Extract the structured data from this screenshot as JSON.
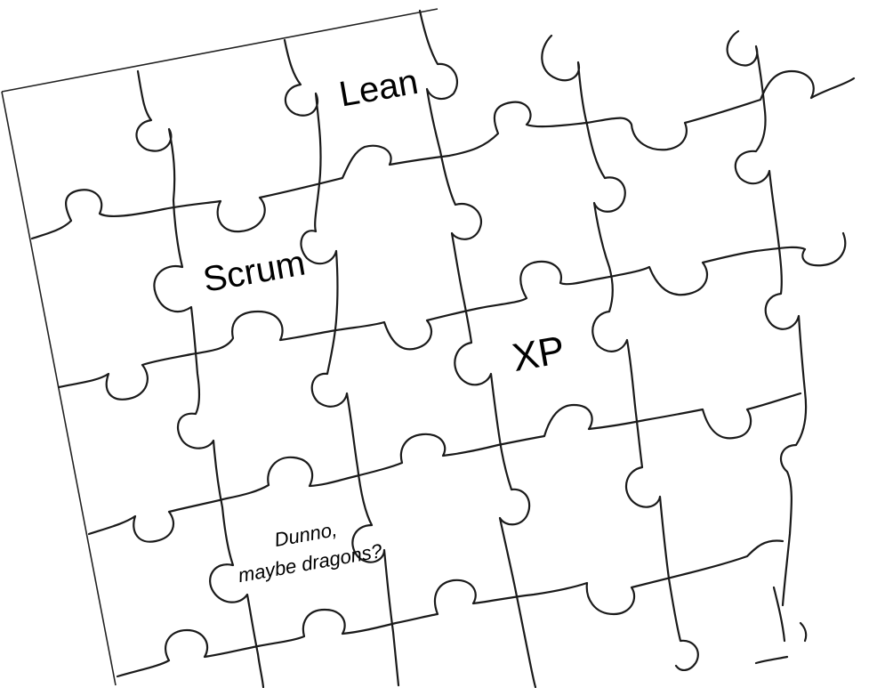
{
  "labels": {
    "lean": "Lean",
    "scrum": "Scrum",
    "xp": "XP",
    "dragons_line1": "Dunno,",
    "dragons_line2": "maybe dragons?"
  },
  "colors": {
    "background": "#ffffff",
    "ink": "#000000"
  }
}
